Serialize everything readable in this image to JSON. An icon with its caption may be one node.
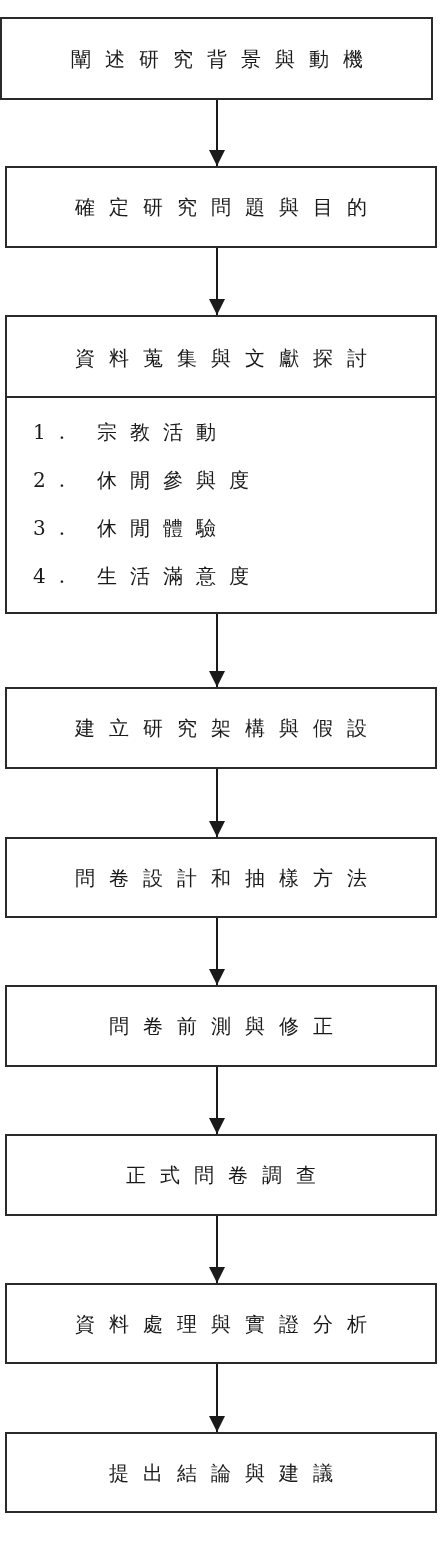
{
  "diagram": {
    "nodes": [
      {
        "text": [
          "闡述研究背景與動機"
        ]
      },
      {
        "text": [
          "確定研究問題與目的"
        ]
      },
      {
        "text": [
          "資料蒐集與文獻探討",
          "1. 宗教活動",
          "2. 休閒參與度",
          "3. 休閒體驗",
          "4. 生活滿意度"
        ]
      },
      {
        "text": [
          "建立研究架構與假設"
        ]
      },
      {
        "text": [
          "問卷設計和抽樣方法"
        ]
      },
      {
        "text": [
          "問卷前測與修正"
        ]
      },
      {
        "text": [
          "正式問卷調查"
        ]
      },
      {
        "text": [
          "資料處理與實證分析"
        ]
      },
      {
        "text": [
          "提出結論與建議"
        ]
      }
    ],
    "edges": [
      {
        "from": 0,
        "to": 1,
        "arrow": "to"
      },
      {
        "from": 1,
        "to": 2,
        "arrow": "to"
      },
      {
        "from": 2,
        "to": 3,
        "arrow": "to"
      },
      {
        "from": 3,
        "to": 4,
        "arrow": "to"
      },
      {
        "from": 4,
        "to": 5,
        "arrow": "to"
      },
      {
        "from": 5,
        "to": 6,
        "arrow": "to"
      },
      {
        "from": 6,
        "to": 7,
        "arrow": "to"
      },
      {
        "from": 7,
        "to": 8,
        "arrow": "to"
      }
    ]
  }
}
